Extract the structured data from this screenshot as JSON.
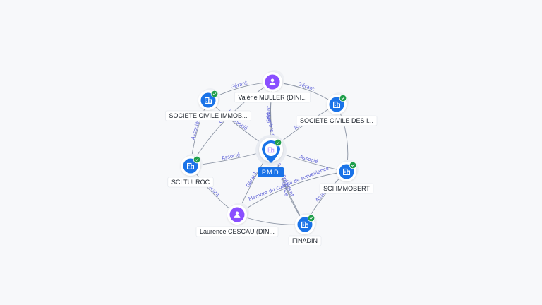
{
  "colors": {
    "company": "#1a73e8",
    "person": "#8a4fff",
    "verified": "#1e9e4a",
    "edge": "#8a93a3",
    "edge_label": "#5b5fd6",
    "background": "#f7f8fa"
  },
  "center": {
    "label": "P.M.D.",
    "icon": "building-pin-icon",
    "verified": true
  },
  "nodes": [
    {
      "id": "valerie",
      "kind": "person",
      "label": "Valérie MULLER (DINI...",
      "icon": "person-icon",
      "verified": false
    },
    {
      "id": "sci_immob",
      "kind": "company",
      "label": "SOCIETE CIVILE IMMOB...",
      "icon": "building-icon",
      "verified": true
    },
    {
      "id": "sci_des",
      "kind": "company",
      "label": "SOCIETE CIVILE DES I...",
      "icon": "building-icon",
      "verified": true
    },
    {
      "id": "tulroc",
      "kind": "company",
      "label": "SCI TULROC",
      "icon": "building-icon",
      "verified": true
    },
    {
      "id": "immobert",
      "kind": "company",
      "label": "SCI IMMOBERT",
      "icon": "building-icon",
      "verified": true
    },
    {
      "id": "laurence",
      "kind": "person",
      "label": "Laurence CESCAU (DIN...",
      "icon": "person-icon",
      "verified": false
    },
    {
      "id": "finadin",
      "kind": "company",
      "label": "FINADIN",
      "icon": "building-icon",
      "verified": true
    }
  ],
  "edges": [
    {
      "from": "valerie",
      "to": "center",
      "label": "Gérant"
    },
    {
      "from": "valerie",
      "to": "finadin",
      "label": "Membre du conseil de surveillance"
    },
    {
      "from": "valerie",
      "to": "sci_immob",
      "label": "Gérant"
    },
    {
      "from": "valerie",
      "to": "sci_des",
      "label": "Gérant"
    },
    {
      "from": "valerie",
      "to": "tulroc",
      "label": "Gérant"
    },
    {
      "from": "sci_immob",
      "to": "tulroc",
      "label": "Associé"
    },
    {
      "from": "sci_immob",
      "to": "center",
      "label": "Associé"
    },
    {
      "from": "tulroc",
      "to": "center",
      "label": "Associé"
    },
    {
      "from": "center",
      "to": "immobert",
      "label": "Associé"
    },
    {
      "from": "center",
      "to": "laurence",
      "label": "Gérant"
    },
    {
      "from": "center",
      "to": "finadin",
      "label": "Président"
    },
    {
      "from": "sci_des",
      "to": "center",
      "label": "Associé"
    },
    {
      "from": "sci_des",
      "to": "immobert",
      "label": ""
    },
    {
      "from": "laurence",
      "to": "tulroc",
      "label": "Gérant"
    },
    {
      "from": "laurence",
      "to": "immobert",
      "label": "Membre du conseil de surveillance"
    },
    {
      "from": "laurence",
      "to": "finadin",
      "label": ""
    },
    {
      "from": "immobert",
      "to": "finadin",
      "label": "Associé"
    }
  ]
}
